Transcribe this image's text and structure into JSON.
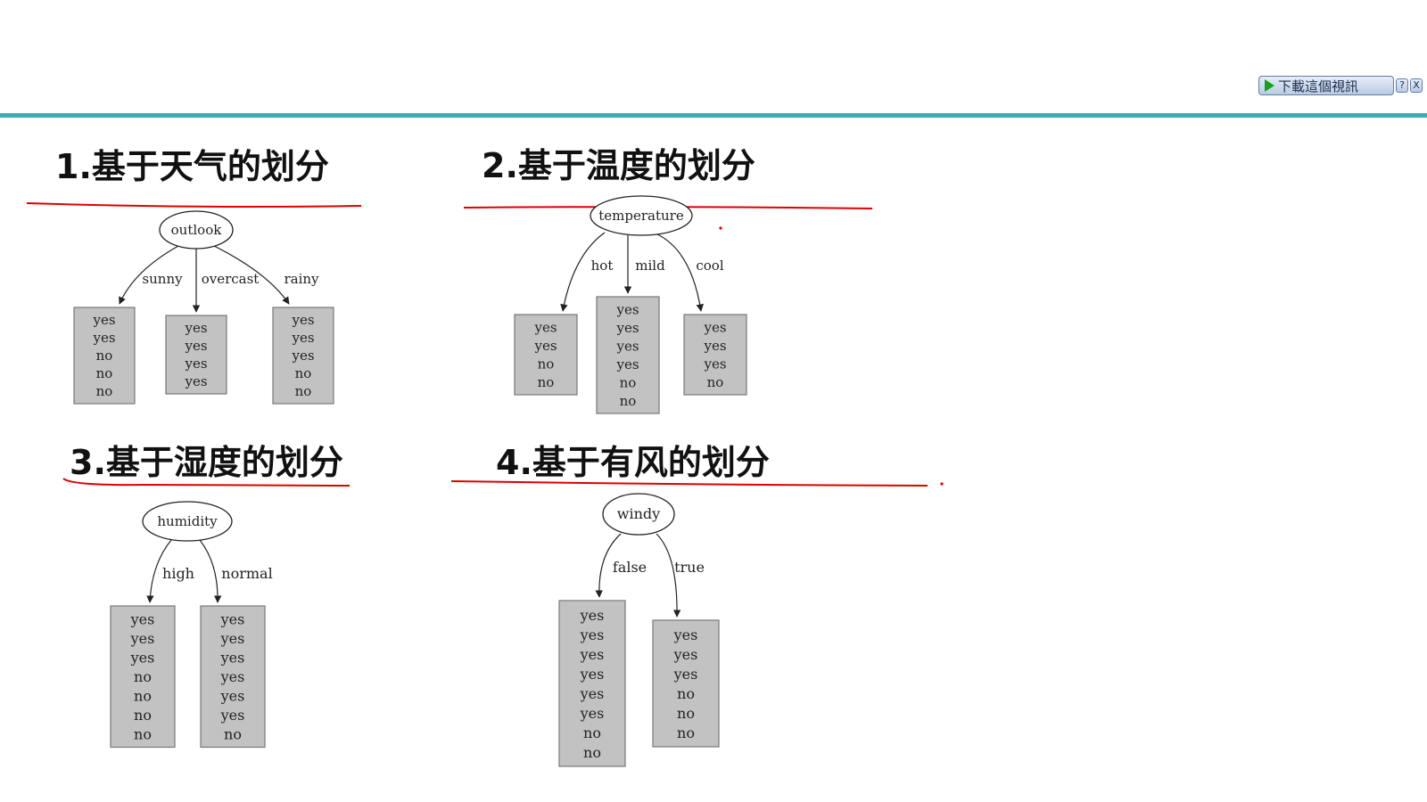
{
  "download_widget": {
    "label": "下載這個視訊",
    "help_label": "?",
    "close_label": "X"
  },
  "sections": [
    {
      "title": "1.基于天气的划分",
      "attribute": "outlook",
      "branches": [
        {
          "label": "sunny",
          "values": [
            "yes",
            "yes",
            "no",
            "no",
            "no"
          ]
        },
        {
          "label": "overcast",
          "values": [
            "yes",
            "yes",
            "yes",
            "yes"
          ]
        },
        {
          "label": "rainy",
          "values": [
            "yes",
            "yes",
            "yes",
            "no",
            "no"
          ]
        }
      ]
    },
    {
      "title": "2.基于温度的划分",
      "attribute": "temperature",
      "branches": [
        {
          "label": "hot",
          "values": [
            "yes",
            "yes",
            "no",
            "no"
          ]
        },
        {
          "label": "mild",
          "values": [
            "yes",
            "yes",
            "yes",
            "yes",
            "no",
            "no"
          ]
        },
        {
          "label": "cool",
          "values": [
            "yes",
            "yes",
            "yes",
            "no"
          ]
        }
      ]
    },
    {
      "title": "3.基于湿度的划分",
      "attribute": "humidity",
      "branches": [
        {
          "label": "high",
          "values": [
            "yes",
            "yes",
            "yes",
            "no",
            "no",
            "no",
            "no"
          ]
        },
        {
          "label": "normal",
          "values": [
            "yes",
            "yes",
            "yes",
            "yes",
            "yes",
            "yes",
            "no"
          ]
        }
      ]
    },
    {
      "title": "4.基于有风的划分",
      "attribute": "windy",
      "branches": [
        {
          "label": "false",
          "values": [
            "yes",
            "yes",
            "yes",
            "yes",
            "yes",
            "yes",
            "no",
            "no"
          ]
        },
        {
          "label": "true",
          "values": [
            "yes",
            "yes",
            "yes",
            "no",
            "no",
            "no"
          ]
        }
      ]
    }
  ],
  "colors": {
    "accent_line": "#3aaeb1",
    "annotation": "#e00000",
    "leaf_fill": "#c2c2c2",
    "leaf_border": "#777777"
  }
}
